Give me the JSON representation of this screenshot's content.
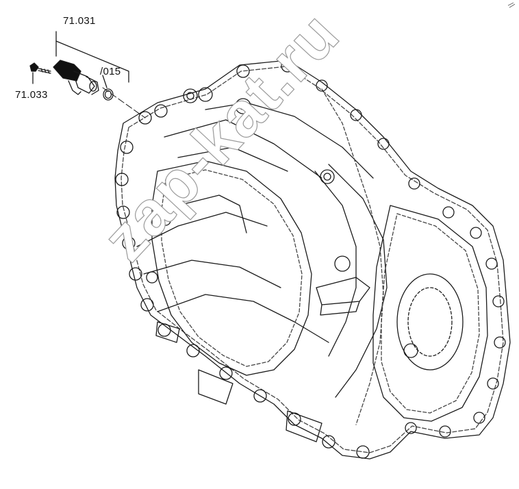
{
  "callouts": {
    "sensor": "71.031",
    "bolt": "71.033",
    "seal_ring": "/015"
  },
  "watermark": "zap-kat.ru",
  "colors": {
    "line": "#1a1a1a",
    "dash": "#444444",
    "watermark_outline": "#9a9a9a"
  }
}
